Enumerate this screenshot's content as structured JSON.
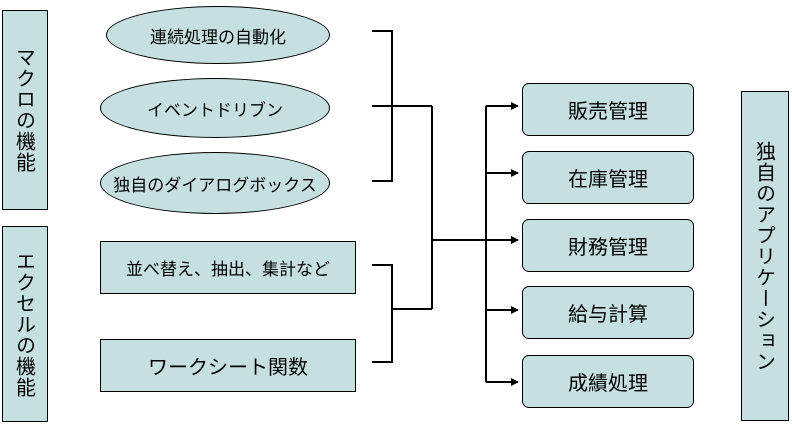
{
  "left_labels": {
    "macro": "マクロの機能",
    "excel": "エクセルの機能"
  },
  "macro_features": [
    "連続処理の自動化",
    "イベントドリブン",
    "独自のダイアログボックス"
  ],
  "excel_features": [
    "並べ替え、抽出、集計など",
    "ワークシート関数"
  ],
  "applications": [
    "販売管理",
    "在庫管理",
    "財務管理",
    "給与計算",
    "成績処理"
  ],
  "right_label": "独自のアプリケーション",
  "colors": {
    "box_fill": "#c6e0e2",
    "stroke": "#000000"
  }
}
